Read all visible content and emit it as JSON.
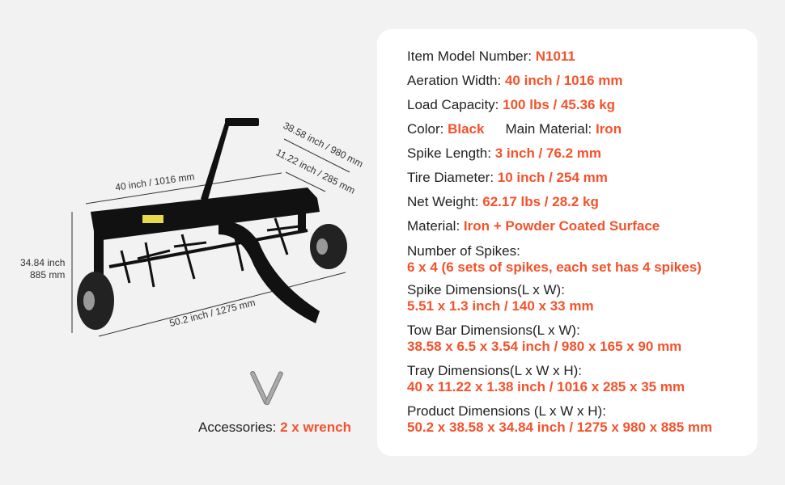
{
  "specs": [
    {
      "label": "Item Model Number:",
      "value": "N1011"
    },
    {
      "label": "Aeration Width:",
      "value": "40 inch / 1016 mm"
    },
    {
      "label": "Load Capacity:",
      "value": "100 lbs / 45.36 kg"
    },
    {
      "label": "Color:",
      "value": "Black",
      "label2": "Main Material:",
      "value2": "Iron"
    },
    {
      "label": "Spike Length:",
      "value": "3 inch / 76.2 mm"
    },
    {
      "label": "Tire Diameter:",
      "value": "10 inch / 254 mm"
    },
    {
      "label": "Net Weight:",
      "value": "62.17 lbs / 28.2 kg"
    },
    {
      "label": "Material:",
      "value": "Iron + Powder Coated Surface"
    },
    {
      "label": "Number of Spikes:",
      "value": "6 x 4 (6 sets of spikes, each set has 4 spikes)"
    },
    {
      "label": "Spike Dimensions(L x W):",
      "value": "5.51 x 1.3 inch / 140 x 33 mm"
    },
    {
      "label": "Tow Bar Dimensions(L x W):",
      "value": "38.58 x 6.5 x 3.54 inch / 980 x 165 x 90 mm"
    },
    {
      "label": "Tray Dimensions(L x W x H):",
      "value": "40 x 11.22 x 1.38 inch / 1016 x 285 x 35 mm"
    },
    {
      "label": "Product Dimensions (L x W x H):",
      "value": "50.2 x 38.58 x 34.84 inch / 1275 x 980 x 885 mm"
    }
  ],
  "dimensions": {
    "width": "40 inch / 1016 mm",
    "depth": "38.58 inch / 980 mm",
    "tray": "11.22 inch / 285 mm",
    "height_in": "34.84 inch",
    "height_mm": "885 mm",
    "length": "50.2 inch / 1275 mm"
  },
  "accessories": {
    "label": "Accessories:",
    "value": "2 x wrench"
  },
  "colors": {
    "accent": "#f4522b",
    "background": "#f2f2f2"
  }
}
